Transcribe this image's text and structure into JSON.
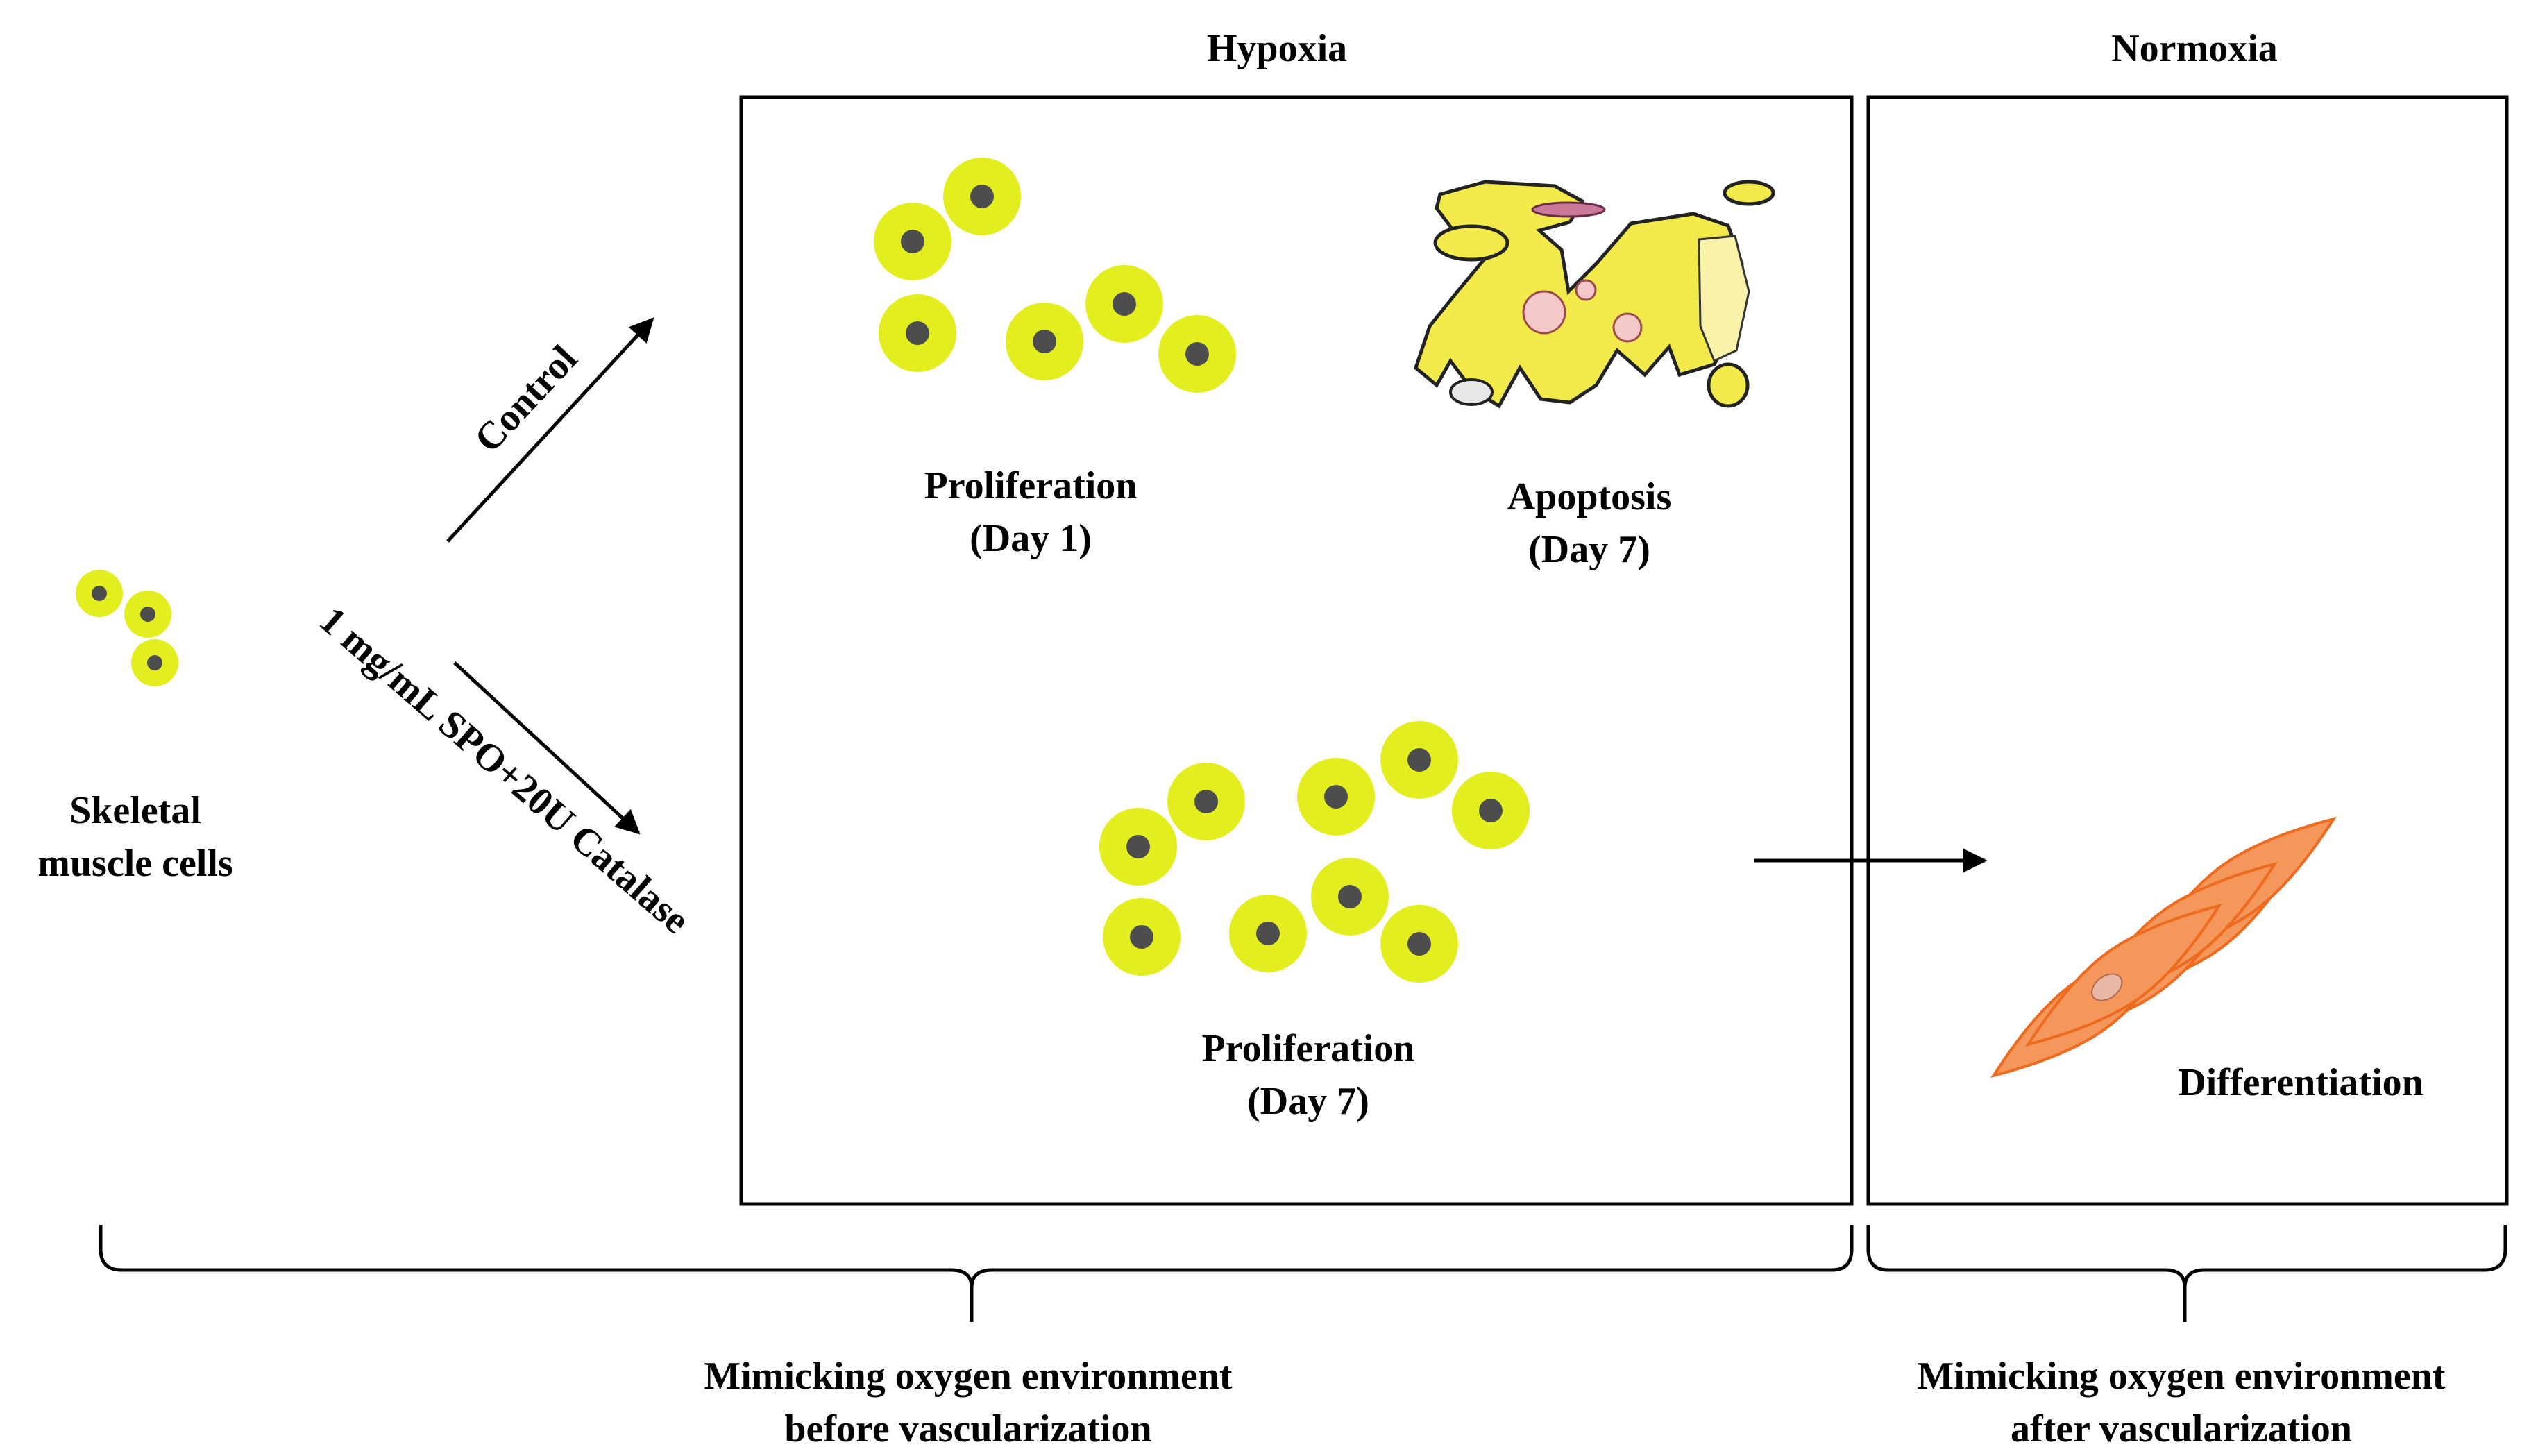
{
  "headers": {
    "hypoxia": "Hypoxia",
    "normoxia": "Normoxia"
  },
  "left": {
    "cells_line1": "Skeletal",
    "cells_line2": "muscle cells"
  },
  "arrows": {
    "control": "Control",
    "treatment": "1 mg/mL SPO+20U Catalase"
  },
  "hypoxia_panel": {
    "prolif_day1_line1": "Proliferation",
    "prolif_day1_line2": "(Day 1)",
    "apoptosis_line1": "Apoptosis",
    "apoptosis_line2": "(Day 7)",
    "prolif_day7_line1": "Proliferation",
    "prolif_day7_line2": "(Day 7)"
  },
  "normoxia_panel": {
    "differentiation": "Differentiation"
  },
  "footer": {
    "before_line1": "Mimicking oxygen environment",
    "before_line2": "before vascularization",
    "after_line1": "Mimicking oxygen environment",
    "after_line2": "after vascularization"
  },
  "colors": {
    "cell_outer": "#e3ee1e",
    "cell_nucleus": "#4d4d4d",
    "myotube": "#f5965a",
    "myotube_edge": "#ee6a1e",
    "apoptotic": "#f1ea4a",
    "stroke": "#000000"
  }
}
